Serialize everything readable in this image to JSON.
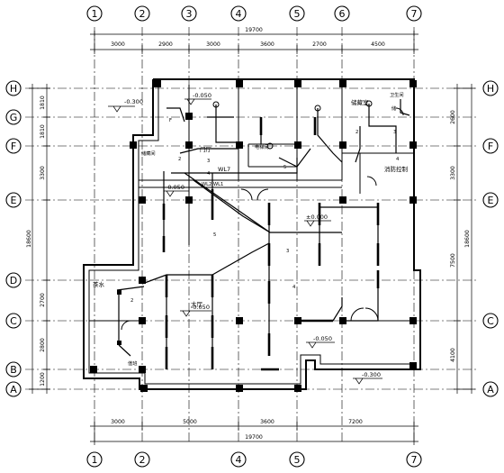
{
  "axes": {
    "columns": [
      "1",
      "2",
      "3",
      "4",
      "5",
      "6",
      "7"
    ],
    "rows": [
      "H",
      "G",
      "F",
      "E",
      "D",
      "C",
      "B",
      "A"
    ]
  },
  "dimensions": {
    "top_segments": [
      "3000",
      "2900",
      "3000",
      "3600",
      "2700",
      "4500"
    ],
    "top_total": "19700",
    "bottom_segments": [
      "3000",
      "5000",
      "3600",
      "7200"
    ],
    "bottom_total": "19700",
    "left_segments": [
      "1810",
      "1810",
      "3300",
      "2700",
      "2800",
      "1200"
    ],
    "left_total": "18600",
    "right_segments": [
      "2600",
      "3300",
      "7500",
      "4100"
    ],
    "right_total": "18600"
  },
  "rooms": {
    "entrance_room": "储藏间",
    "living_room": "门厅",
    "storage_room": "储藏室",
    "storage_small": "储",
    "equipment_room": "电梯间",
    "hall": "大厅",
    "fire_control_room": "消防控制",
    "water_pump_room": "卫生间",
    "tea_room": "茶水",
    "duty_room": "值班"
  },
  "levels": {
    "top_left": "-0.300",
    "upper_left": "-0.050",
    "mid_left": "-0.050",
    "center": "±0.000",
    "lower_center": "-0.050",
    "lower_left": "-0.050",
    "bottom_right": "-0.300"
  },
  "circuits": {
    "wl7": "WL7",
    "wl1": "WL2 WL1",
    "tag_f": "F"
  },
  "wire_counts": [
    "2",
    "3",
    "4",
    "5",
    "2",
    "3",
    "4",
    "5",
    "2",
    "3",
    "4"
  ]
}
